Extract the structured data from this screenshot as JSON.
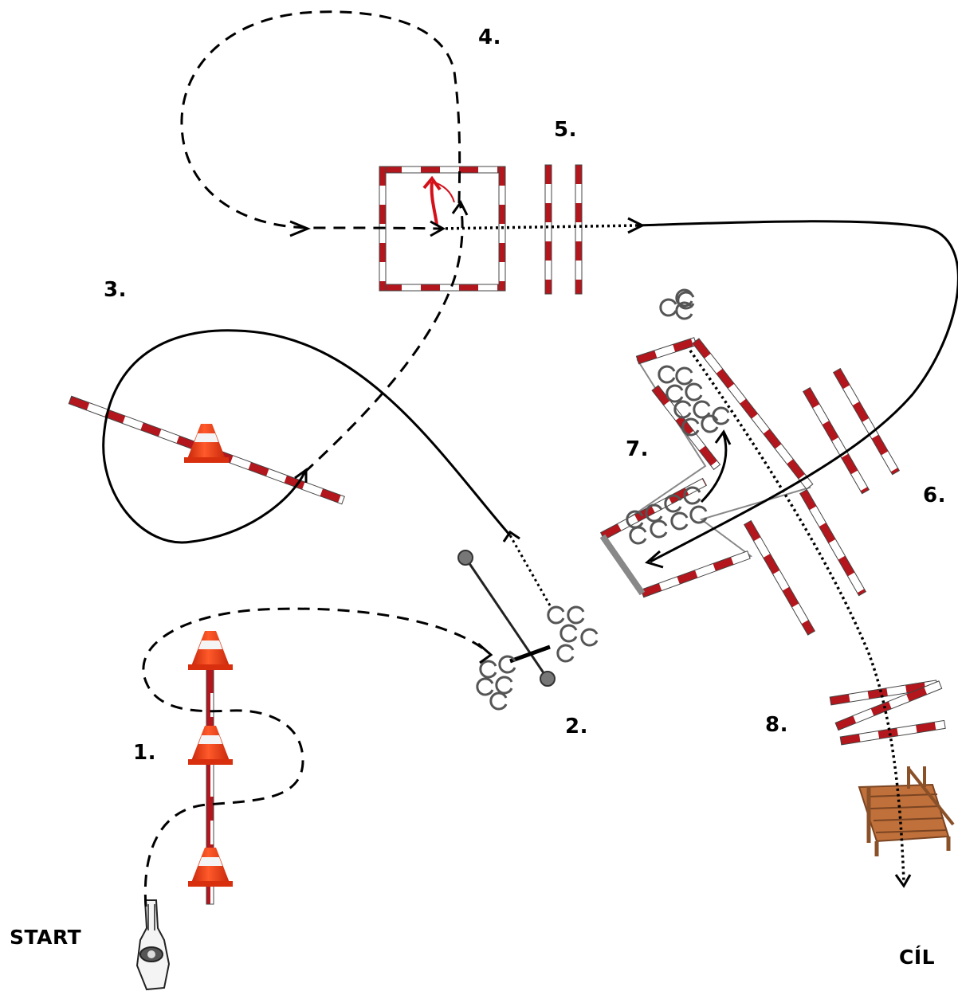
{
  "stations": [
    {
      "number": "1."
    },
    {
      "number": "2."
    },
    {
      "number": "3."
    },
    {
      "number": "4."
    },
    {
      "number": "5."
    },
    {
      "number": "6."
    },
    {
      "number": "7."
    },
    {
      "number": "8."
    }
  ],
  "start_label": "START",
  "finish_label": "CÍL",
  "colors": {
    "pole_red": "#b3161c",
    "pole_white": "#ffffff",
    "cone_orange": "#ee3a14",
    "path_black": "#000000",
    "arrow_red": "#d4101a",
    "wood": "#c0703a"
  },
  "icons": [
    "traffic-cone-icon",
    "barrier-pole-icon",
    "hoof-print-icon",
    "wooden-bridge-icon",
    "horse-rider-icon",
    "gate-post-icon"
  ]
}
